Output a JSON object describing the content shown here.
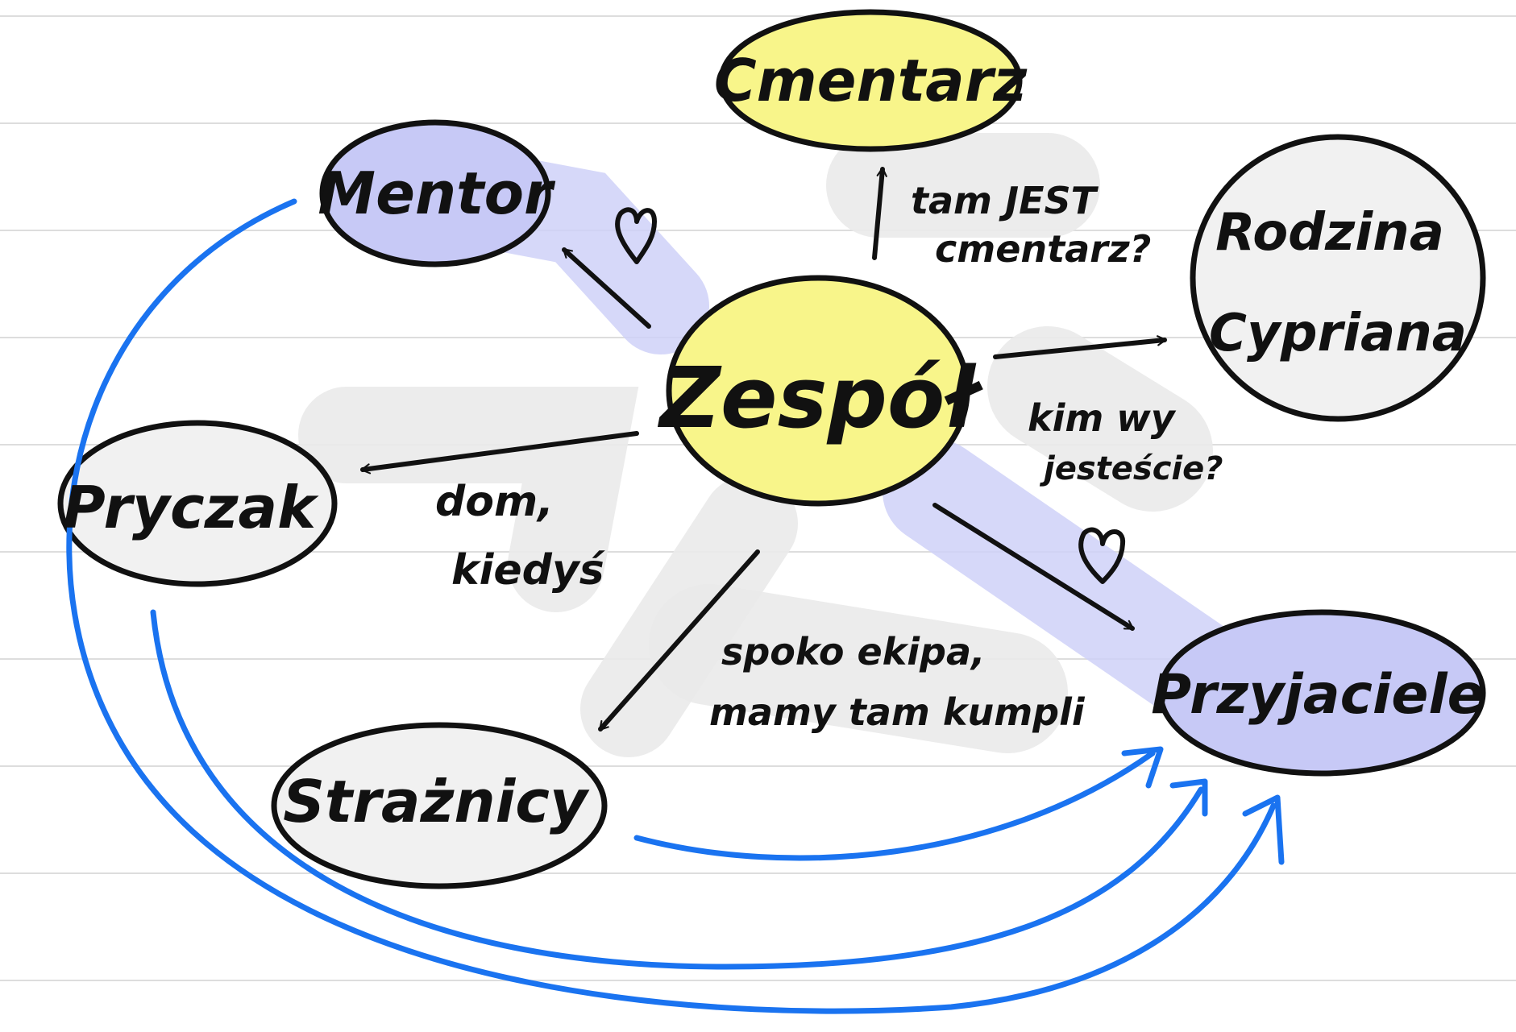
{
  "colors": {
    "paper": "#ffffff",
    "rule_line": "#dddddd",
    "ink": "#111111",
    "yellow": "#f8f58a",
    "lavender": "#c7c9f6",
    "light_gray": "#f1f1f1",
    "highlight_gray": "#eaeaea",
    "highlight_lavender": "#cfd1f8",
    "blue_arrow": "#1a73f0"
  },
  "nodes": {
    "center": "Zespół",
    "cmentarz": "Cmentarz",
    "mentor": "Mentor",
    "rodzina_line1": "Rodzina",
    "rodzina_line2": "Cypriana",
    "pryczak": "Pryczak",
    "straznicy": "Strażnicy",
    "przyjaciele": "Przyjaciele"
  },
  "annotations": {
    "cmentarz_line1": "tam JEST",
    "cmentarz_line2": "cmentarz?",
    "rodzina_line1": "kim wy",
    "rodzina_line2": "jesteście?",
    "pryczak_line1": "dom,",
    "pryczak_line2": "kiedyś",
    "straznicy_line1": "spoko ekipa,",
    "straznicy_line2": "mamy tam kumpli"
  },
  "icons": {
    "mentor_heart": "heart-icon",
    "przyjaciele_heart": "heart-icon"
  }
}
